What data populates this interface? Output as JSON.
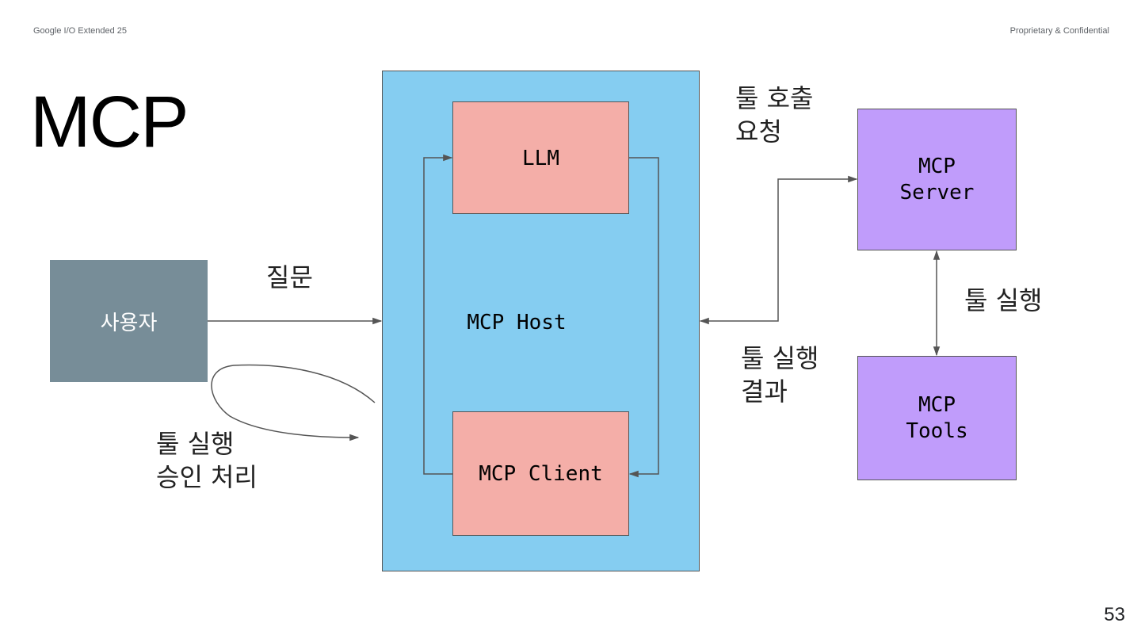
{
  "header": {
    "left": "Google I/O Extended 25",
    "right": "Proprietary & Confidential"
  },
  "slide": {
    "title": "MCP",
    "page_number": "53"
  },
  "diagram": {
    "host": "MCP Host",
    "llm": "LLM",
    "client": "MCP Client",
    "user": "사용자",
    "server_line1": "MCP",
    "server_line2": "Server",
    "tools_line1": "MCP",
    "tools_line2": "Tools",
    "labels": {
      "question": "질문",
      "tool_call_request": "툴 호출\n요청",
      "tool_exec_result": "툴 실행\n결과",
      "tool_exec": "툴 실행",
      "tool_exec_approval": "툴 실행\n승인 처리"
    },
    "colors": {
      "host": "#85cdf1",
      "llm_client": "#f4aea8",
      "user": "#778d98",
      "server_tools": "#c09cfb",
      "line": "#555555"
    }
  }
}
